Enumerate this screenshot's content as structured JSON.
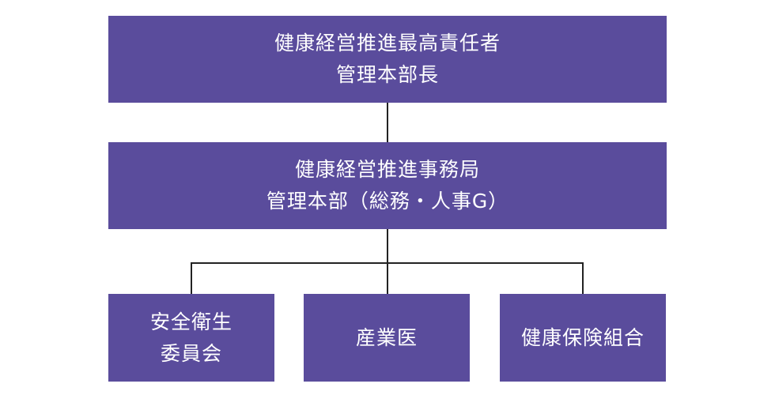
{
  "colors": {
    "box_fill": "#5a4c9c",
    "box_text": "#ffffff",
    "connector": "#222222"
  },
  "org_chart": {
    "top": {
      "line1": "健康経営推進最高責任者",
      "line2": "管理本部長"
    },
    "middle": {
      "line1": "健康経営推進事務局",
      "line2": "管理本部（総務・人事G）"
    },
    "children": [
      {
        "line1": "安全衛生",
        "line2": "委員会"
      },
      {
        "line1": "産業医"
      },
      {
        "line1": "健康保険組合"
      }
    ]
  }
}
